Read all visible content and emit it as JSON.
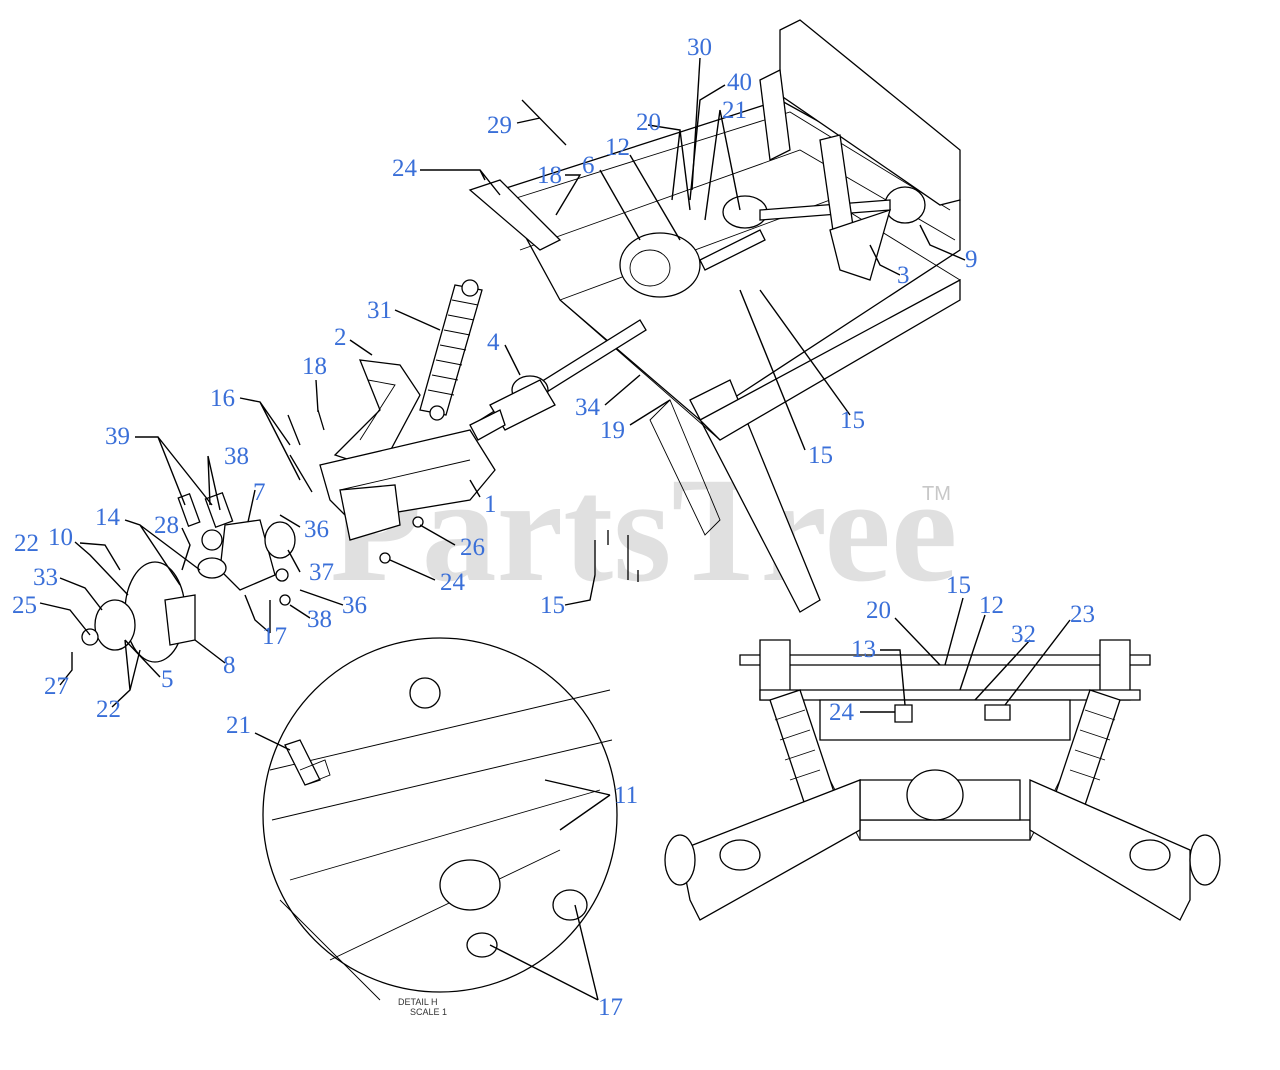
{
  "watermark": {
    "text": "PartsTree",
    "trademark": "TM"
  },
  "detail": {
    "label": "DETAIL H",
    "scale": "SCALE 1"
  },
  "callouts": [
    {
      "id": "c29",
      "text": "29"
    },
    {
      "id": "c30",
      "text": "30"
    },
    {
      "id": "c40",
      "text": "40"
    },
    {
      "id": "c21a",
      "text": "21"
    },
    {
      "id": "c20a",
      "text": "20"
    },
    {
      "id": "c12a",
      "text": "12"
    },
    {
      "id": "c6",
      "text": "6"
    },
    {
      "id": "c24a",
      "text": "24"
    },
    {
      "id": "c18a",
      "text": "18"
    },
    {
      "id": "c9",
      "text": "9"
    },
    {
      "id": "c3",
      "text": "3"
    },
    {
      "id": "c31",
      "text": "31"
    },
    {
      "id": "c2",
      "text": "2"
    },
    {
      "id": "c4",
      "text": "4"
    },
    {
      "id": "c18b",
      "text": "18"
    },
    {
      "id": "c34",
      "text": "34"
    },
    {
      "id": "c19",
      "text": "19"
    },
    {
      "id": "c15a",
      "text": "15"
    },
    {
      "id": "c15b",
      "text": "15"
    },
    {
      "id": "c16",
      "text": "16"
    },
    {
      "id": "c39",
      "text": "39"
    },
    {
      "id": "c38a",
      "text": "38"
    },
    {
      "id": "c7",
      "text": "7"
    },
    {
      "id": "c1",
      "text": "1"
    },
    {
      "id": "c14",
      "text": "14"
    },
    {
      "id": "c22a",
      "text": "22"
    },
    {
      "id": "c10",
      "text": "10"
    },
    {
      "id": "c28",
      "text": "28"
    },
    {
      "id": "c36a",
      "text": "36"
    },
    {
      "id": "c26",
      "text": "26"
    },
    {
      "id": "c33",
      "text": "33"
    },
    {
      "id": "c37",
      "text": "37"
    },
    {
      "id": "c24b",
      "text": "24"
    },
    {
      "id": "c25",
      "text": "25"
    },
    {
      "id": "c36b",
      "text": "36"
    },
    {
      "id": "c15c",
      "text": "15"
    },
    {
      "id": "c38b",
      "text": "38"
    },
    {
      "id": "c17a",
      "text": "17"
    },
    {
      "id": "c5",
      "text": "5"
    },
    {
      "id": "c8",
      "text": "8"
    },
    {
      "id": "c27",
      "text": "27"
    },
    {
      "id": "c22b",
      "text": "22"
    },
    {
      "id": "c21b",
      "text": "21"
    },
    {
      "id": "c11",
      "text": "11"
    },
    {
      "id": "c17b",
      "text": "17"
    },
    {
      "id": "c15d",
      "text": "15"
    },
    {
      "id": "c20b",
      "text": "20"
    },
    {
      "id": "c12b",
      "text": "12"
    },
    {
      "id": "c23",
      "text": "23"
    },
    {
      "id": "c13",
      "text": "13"
    },
    {
      "id": "c32",
      "text": "32"
    },
    {
      "id": "c24c",
      "text": "24"
    }
  ]
}
